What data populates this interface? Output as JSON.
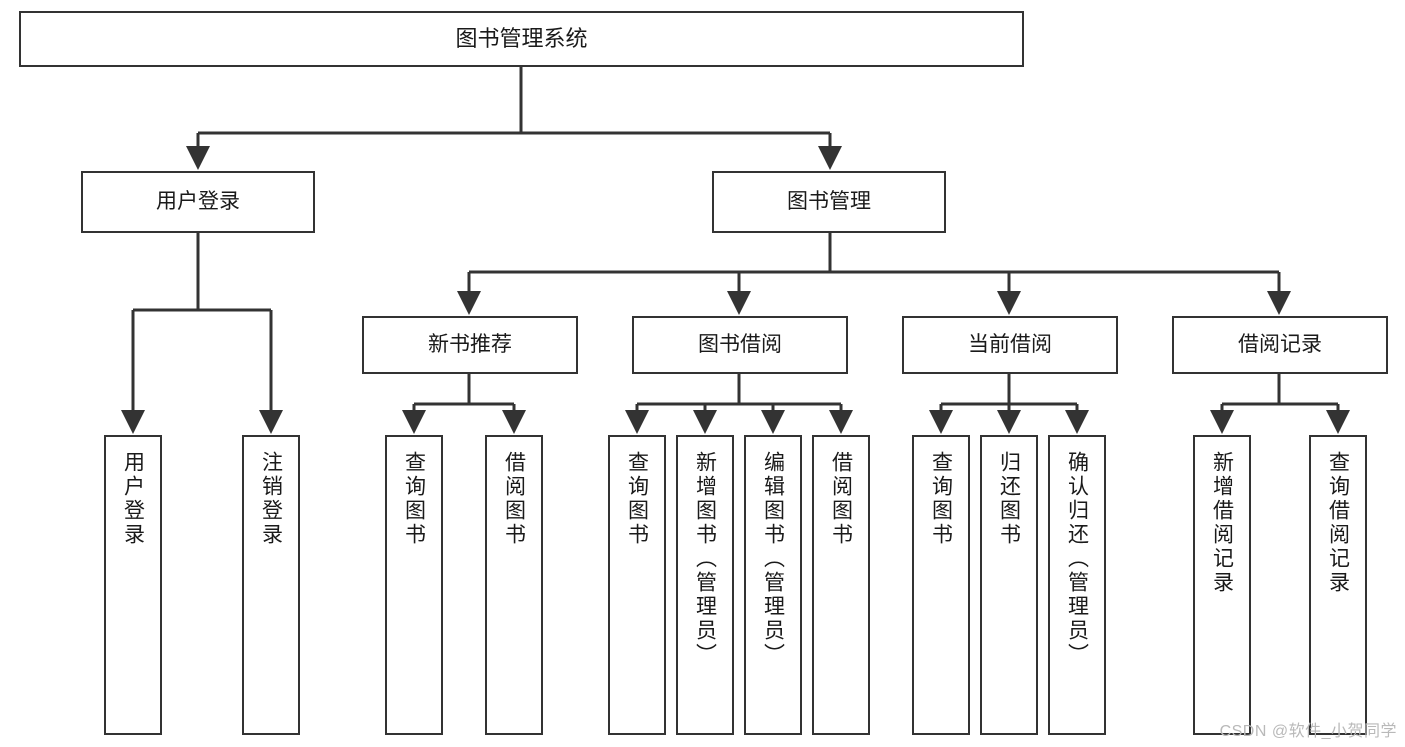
{
  "diagram": {
    "title": "图书管理系统",
    "type": "tree",
    "watermark": "CSDN @软件_小贺同学",
    "colors": {
      "node_border": "#333333",
      "node_fill": "#ffffff",
      "edge": "#333333",
      "text": "#1a1a1a",
      "watermark": "#b9b9b9",
      "background": "#ffffff"
    },
    "nodes": {
      "root": {
        "label": "图书管理系统"
      },
      "level1": [
        {
          "id": "user-login",
          "label": "用户登录"
        },
        {
          "id": "book-manage",
          "label": "图书管理"
        }
      ],
      "level2": [
        {
          "id": "new-book-recommend",
          "label": "新书推荐"
        },
        {
          "id": "book-borrow",
          "label": "图书借阅"
        },
        {
          "id": "current-borrow",
          "label": "当前借阅"
        },
        {
          "id": "borrow-record",
          "label": "借阅记录"
        }
      ],
      "leaves": {
        "user-login": [
          {
            "id": "leaf-user-login",
            "label": "用户登录"
          },
          {
            "id": "leaf-logout",
            "label": "注销登录"
          }
        ],
        "new-book-recommend": [
          {
            "id": "leaf-query-book-1",
            "label": "查询图书"
          },
          {
            "id": "leaf-borrow-book-1",
            "label": "借阅图书"
          }
        ],
        "book-borrow": [
          {
            "id": "leaf-query-book-2",
            "label": "查询图书"
          },
          {
            "id": "leaf-add-book",
            "label": "新增图书（管理员）"
          },
          {
            "id": "leaf-edit-book",
            "label": "编辑图书（管理员）"
          },
          {
            "id": "leaf-borrow-book-2",
            "label": "借阅图书"
          }
        ],
        "current-borrow": [
          {
            "id": "leaf-query-book-3",
            "label": "查询图书"
          },
          {
            "id": "leaf-return-book",
            "label": "归还图书"
          },
          {
            "id": "leaf-confirm-return",
            "label": "确认归还（管理员）"
          }
        ],
        "borrow-record": [
          {
            "id": "leaf-add-record",
            "label": "新增借阅记录"
          },
          {
            "id": "leaf-query-record",
            "label": "查询借阅记录"
          }
        ]
      }
    }
  }
}
